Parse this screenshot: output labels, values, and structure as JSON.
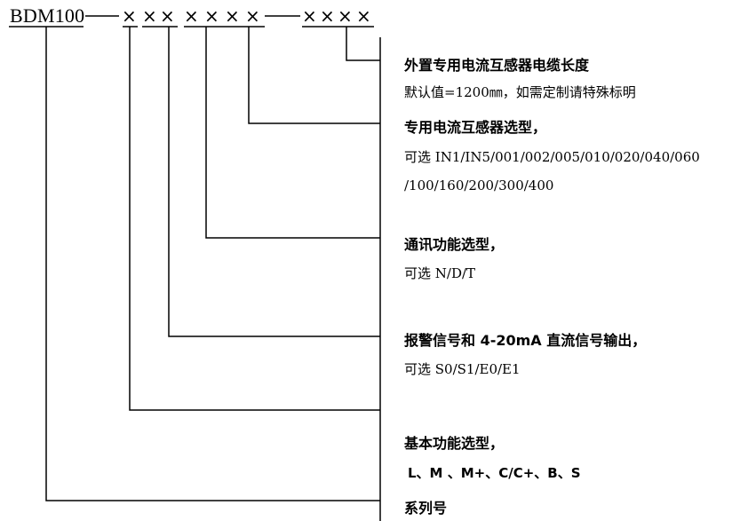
{
  "code": {
    "prefix": "BDM100",
    "marks": [
      "×",
      "×",
      "×",
      "×",
      "×",
      "×",
      "×",
      "×",
      "×",
      "×",
      "×"
    ]
  },
  "fields": [
    {
      "title": "外置专用电流互感器电缆长度",
      "lines": [
        "默认值=1200㎜，如需定制请特殊标明"
      ]
    },
    {
      "title": "专用电流互感器选型，",
      "lines": [
        "可选 IN1/IN5/001/002/005/010/020/040/060",
        "/100/160/200/300/400"
      ]
    },
    {
      "title": "通讯功能选型，",
      "lines": [
        "可选 N/D/T"
      ]
    },
    {
      "title": "报警信号和 4-20mA 直流信号输出，",
      "lines": [
        "可选 S0/S1/E0/E1"
      ]
    },
    {
      "title": "基本功能选型，",
      "lines": [
        "L、M 、M+、C/C+、B、S"
      ]
    },
    {
      "title": "系列号",
      "lines": []
    }
  ]
}
